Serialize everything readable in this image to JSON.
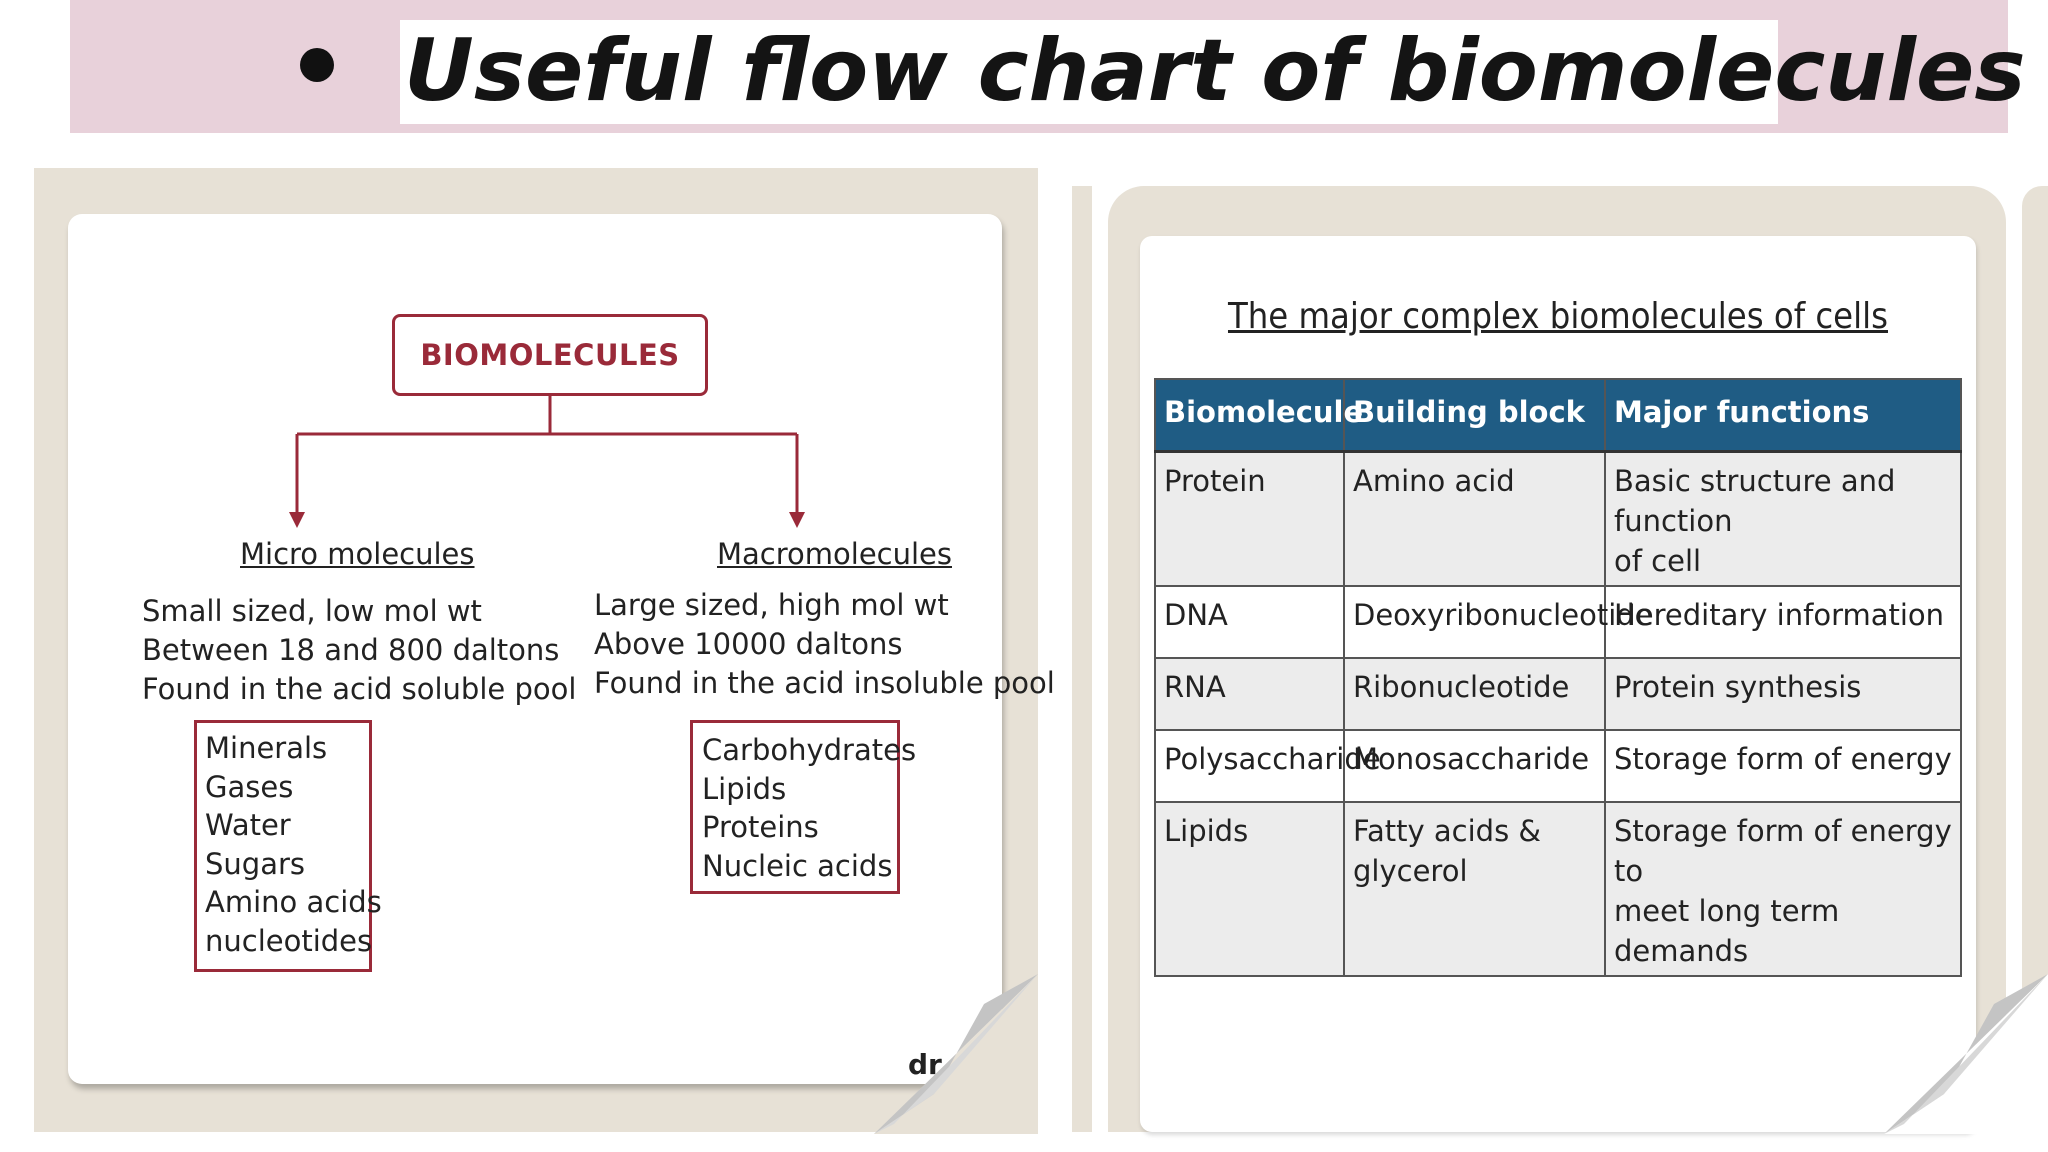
{
  "header": {
    "title": "Useful flow chart of biomolecules",
    "bullet_icon": "bullet-dot",
    "band_color": "#e8d1da"
  },
  "flowchart": {
    "root": "BIOMOLECULES",
    "accent_color": "#9a2a39",
    "micro": {
      "heading": "Micro molecules",
      "description": [
        "Small sized, low mol wt",
        "Between 18 and 800 daltons",
        "Found in the acid soluble pool"
      ],
      "items": [
        "Minerals",
        "Gases",
        "Water",
        "Sugars",
        "Amino acids",
        "nucleotides"
      ]
    },
    "macro": {
      "heading": "Macromolecules",
      "description": [
        "Large sized, high mol wt",
        "Above 10000 daltons",
        "Found in the acid insoluble pool"
      ],
      "items": [
        "Carbohydrates",
        "Lipids",
        "Proteins",
        "Nucleic acids"
      ]
    },
    "cut_text": "dr"
  },
  "table": {
    "title": "The major complex biomolecules of cells",
    "header_color": "#1f5c84",
    "columns": [
      "Biomolecule",
      "Building block",
      "Major functions"
    ],
    "rows": [
      {
        "biomolecule": "Protein",
        "building_block": "Amino acid",
        "function_lines": [
          "Basic structure and function",
          "of cell"
        ]
      },
      {
        "biomolecule": "DNA",
        "building_block": "Deoxyribonucleotide",
        "function_lines": [
          "Hereditary information"
        ]
      },
      {
        "biomolecule": "RNA",
        "building_block": "Ribonucleotide",
        "function_lines": [
          "Protein synthesis"
        ]
      },
      {
        "biomolecule": "Polysaccharide",
        "building_block": "Monosaccharide",
        "function_lines": [
          "Storage form of energy"
        ]
      },
      {
        "biomolecule": "Lipids",
        "building_block": "Fatty acids & glycerol",
        "function_lines": [
          "Storage form of energy to",
          "meet long term demands"
        ]
      }
    ]
  }
}
